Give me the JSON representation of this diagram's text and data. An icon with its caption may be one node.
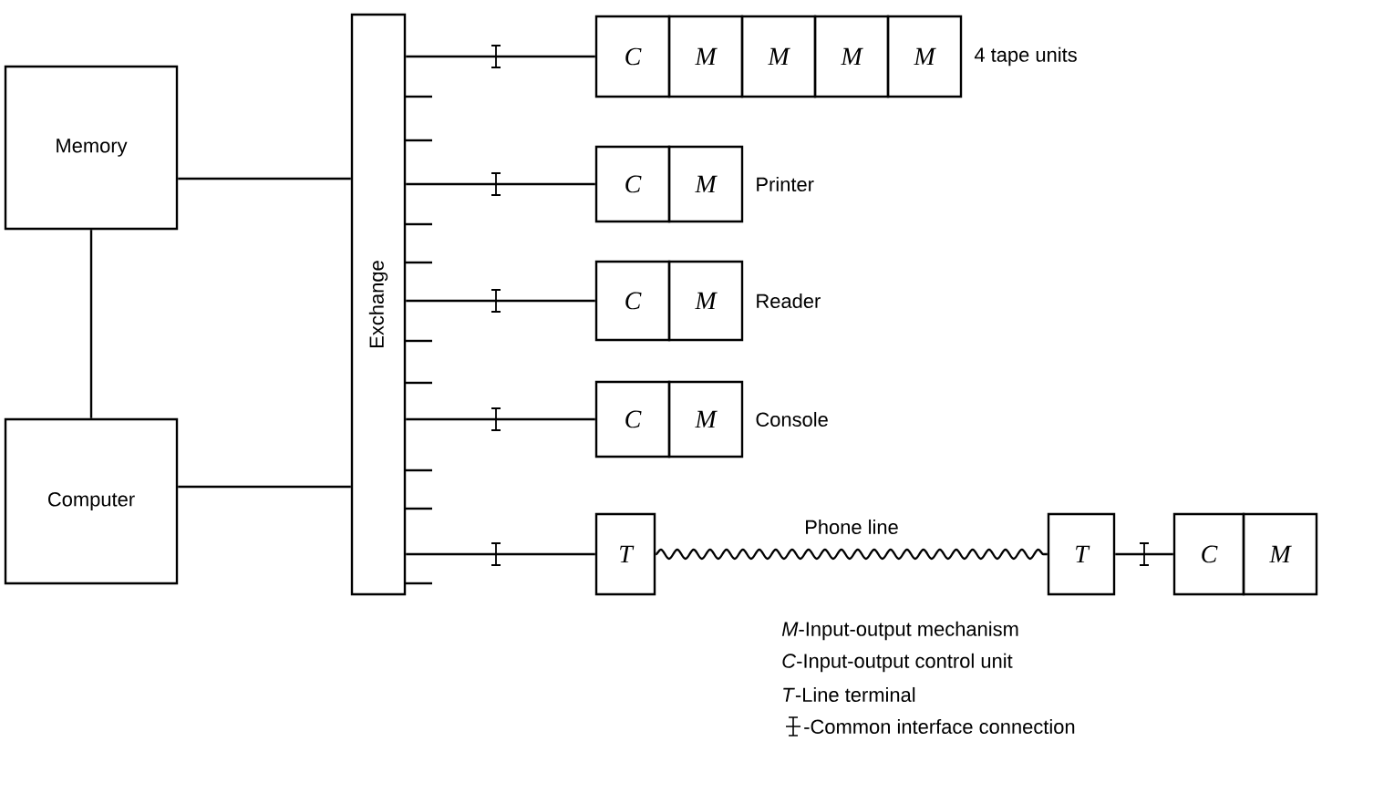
{
  "diagram": {
    "nodes": [
      {
        "text": [
          "Memory"
        ]
      },
      {
        "text": [
          "Computer"
        ]
      },
      {
        "text": [
          "Exchange"
        ]
      },
      {
        "text": [
          "C"
        ]
      },
      {
        "text": [
          "M"
        ]
      },
      {
        "text": [
          "M"
        ]
      },
      {
        "text": [
          "M"
        ]
      },
      {
        "text": [
          "M"
        ],
        "beside": [
          "4 tape units"
        ]
      },
      {
        "text": [
          "C"
        ]
      },
      {
        "text": [
          "M"
        ],
        "beside": [
          "Printer"
        ]
      },
      {
        "text": [
          "C"
        ]
      },
      {
        "text": [
          "M"
        ],
        "beside": [
          "Reader"
        ]
      },
      {
        "text": [
          "C"
        ]
      },
      {
        "text": [
          "M"
        ],
        "beside": [
          "Console"
        ]
      },
      {
        "text": [
          "T"
        ]
      },
      {
        "text": [
          "T"
        ]
      },
      {
        "text": [
          "C"
        ]
      },
      {
        "text": [
          "M"
        ]
      }
    ],
    "edges": [
      {
        "from": 0,
        "to": 1,
        "arrow": "none"
      },
      {
        "from": 0,
        "to": 2,
        "arrow": "none"
      },
      {
        "from": 1,
        "to": 2,
        "arrow": "none"
      },
      {
        "from": 2,
        "to": 3,
        "arrow": "none"
      },
      {
        "from": 2,
        "to": 8,
        "arrow": "none"
      },
      {
        "from": 2,
        "to": 10,
        "arrow": "none"
      },
      {
        "from": 2,
        "to": 12,
        "arrow": "none"
      },
      {
        "from": 2,
        "to": 14,
        "arrow": "none"
      },
      {
        "from": 14,
        "to": 15,
        "arrow": "none",
        "label": "Phone line"
      },
      {
        "from": 15,
        "to": 16,
        "arrow": "none"
      }
    ],
    "legend": [
      {
        "text": "*M*-Input-output mechanism"
      },
      {
        "text": "*C*-Input-output control unit"
      },
      {
        "text": "*T*-Line terminal"
      },
      {
        "text": "-Common interface connection"
      }
    ]
  }
}
